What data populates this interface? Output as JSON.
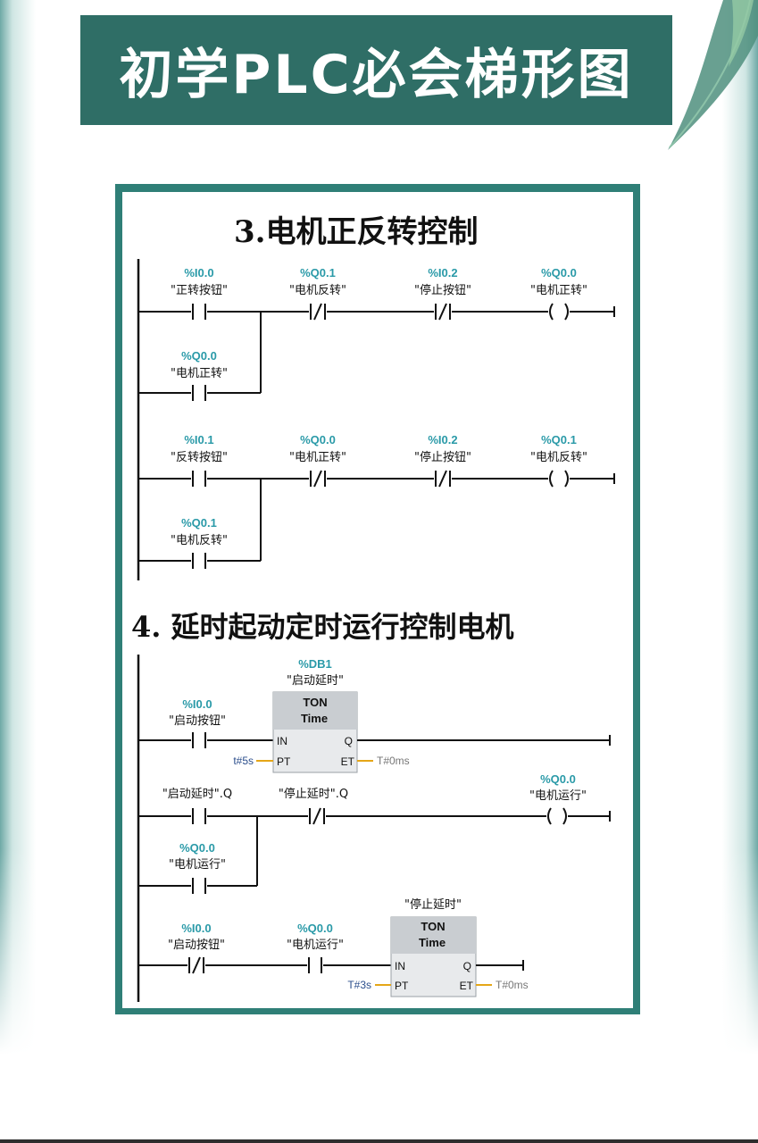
{
  "header": {
    "title": "初学PLC必会梯形图"
  },
  "sections": [
    {
      "title": "3.电机正反转控制"
    },
    {
      "title": "4. 延时起动定时运行控制电机"
    }
  ],
  "diagram3": {
    "rung1": {
      "contact1": {
        "addr": "%I0.0",
        "label": "\"正转按钮\""
      },
      "contact2": {
        "addr": "%Q0.1",
        "label": "\"电机反转\""
      },
      "contact3": {
        "addr": "%I0.2",
        "label": "\"停止按钮\""
      },
      "coil": {
        "addr": "%Q0.0",
        "label": "\"电机正转\""
      },
      "branch": {
        "addr": "%Q0.0",
        "label": "\"电机正转\""
      }
    },
    "rung2": {
      "contact1": {
        "addr": "%I0.1",
        "label": "\"反转按钮\""
      },
      "contact2": {
        "addr": "%Q0.0",
        "label": "\"电机正转\""
      },
      "contact3": {
        "addr": "%I0.2",
        "label": "\"停止按钮\""
      },
      "coil": {
        "addr": "%Q0.1",
        "label": "\"电机反转\""
      },
      "branch": {
        "addr": "%Q0.1",
        "label": "\"电机反转\""
      }
    }
  },
  "diagram4": {
    "rung1": {
      "contact": {
        "addr": "%I0.0",
        "label": "\"启动按钮\""
      },
      "timer": {
        "db": "%DB1",
        "name": "\"启动延时\"",
        "type": "TON",
        "subtype": "Time",
        "pin_in": "IN",
        "pin_pt": "PT",
        "pin_q": "Q",
        "pin_et": "ET",
        "pt_value": "t#5s",
        "et_value": "T#0ms"
      }
    },
    "rung2": {
      "contact1": {
        "label": "\"启动延时\".Q"
      },
      "contact2": {
        "label": "\"停止延时\".Q"
      },
      "coil": {
        "addr": "%Q0.0",
        "label": "\"电机运行\""
      },
      "branch": {
        "addr": "%Q0.0",
        "label": "\"电机运行\""
      }
    },
    "rung3": {
      "contact1": {
        "addr": "%I0.0",
        "label": "\"启动按钮\""
      },
      "contact2": {
        "addr": "%Q0.0",
        "label": "\"电机运行\""
      },
      "timer": {
        "name": "\"停止延时\"",
        "type": "TON",
        "subtype": "Time",
        "pin_in": "IN",
        "pin_pt": "PT",
        "pin_q": "Q",
        "pin_et": "ET",
        "pt_value": "T#3s",
        "et_value": "T#0ms"
      }
    }
  },
  "colors": {
    "banner": "#2f6e66",
    "frame": "#2f7f77",
    "address": "#2a9aa8",
    "pt_line": "#e5a617"
  }
}
